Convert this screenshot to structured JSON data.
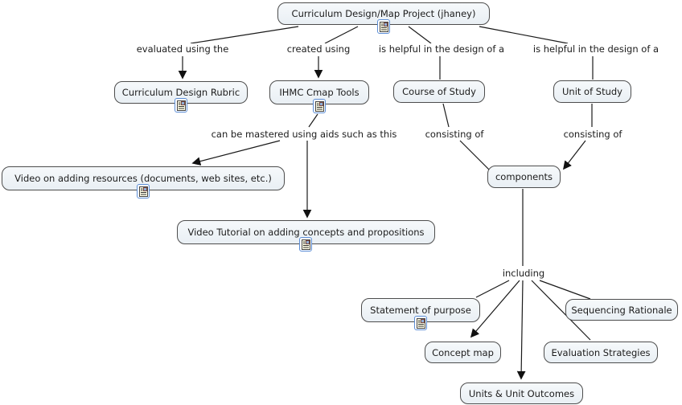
{
  "map_title": "Curriculum Design/Map Project (jhaney)",
  "colors": {
    "background": "#ffffff",
    "node_fill_top": "#f6f9fb",
    "node_fill_bottom": "#e9eff4",
    "node_border": "#4d4d4d",
    "line": "#1a1a1a",
    "text": "#1c1c1c",
    "resource_icon_border": "#5b8dd6"
  },
  "icon_legend": {
    "resource_icon": "document-resource-icon"
  },
  "nodes": {
    "project": {
      "label": "Curriculum Design/Map Project (jhaney)",
      "has_resource_icon": true
    },
    "rubric": {
      "label": "Curriculum Design Rubric",
      "has_resource_icon": true
    },
    "ihmc": {
      "label": "IHMC Cmap Tools",
      "has_resource_icon": true
    },
    "course": {
      "label": "Course of Study",
      "has_resource_icon": false
    },
    "unit": {
      "label": "Unit of Study",
      "has_resource_icon": false
    },
    "video_resources": {
      "label": "Video on adding resources (documents, web sites, etc.)",
      "has_resource_icon": true
    },
    "components": {
      "label": "components",
      "has_resource_icon": false
    },
    "video_tutorial": {
      "label": "Video Tutorial on adding concepts and propositions",
      "has_resource_icon": true
    },
    "statement": {
      "label": "Statement of purpose",
      "has_resource_icon": true
    },
    "sequencing": {
      "label": "Sequencing Rationale",
      "has_resource_icon": false
    },
    "concept_map": {
      "label": "Concept map",
      "has_resource_icon": false
    },
    "evaluation": {
      "label": "Evaluation Strategies",
      "has_resource_icon": false
    },
    "units_outcomes": {
      "label": "Units & Unit Outcomes",
      "has_resource_icon": false
    }
  },
  "phrases": {
    "evaluated": {
      "label": "evaluated using the"
    },
    "created": {
      "label": "created using"
    },
    "helpful1": {
      "label": "is helpful in the design of a"
    },
    "helpful2": {
      "label": "is helpful in the design of a"
    },
    "mastered": {
      "label": "can be mastered using aids such as this"
    },
    "consisting1": {
      "label": "consisting of"
    },
    "consisting2": {
      "label": "consisting of"
    },
    "including": {
      "label": "including"
    }
  },
  "propositions": [
    {
      "from": "Curriculum Design/Map Project (jhaney)",
      "phrase": "evaluated using the",
      "to": "Curriculum Design Rubric",
      "arrowhead": true
    },
    {
      "from": "Curriculum Design/Map Project (jhaney)",
      "phrase": "created using",
      "to": "IHMC Cmap Tools",
      "arrowhead": true
    },
    {
      "from": "Curriculum Design/Map Project (jhaney)",
      "phrase": "is helpful in the design of a",
      "to": "Course of Study",
      "arrowhead": false
    },
    {
      "from": "Curriculum Design/Map Project (jhaney)",
      "phrase": "is helpful in the design of a",
      "to": "Unit of Study",
      "arrowhead": false
    },
    {
      "from": "IHMC Cmap Tools",
      "phrase": "can be mastered using aids such as this",
      "to": "Video on adding resources (documents, web sites, etc.)",
      "arrowhead": true
    },
    {
      "from": "IHMC Cmap Tools",
      "phrase": "can be mastered using aids such as this",
      "to": "Video Tutorial on adding concepts and propositions",
      "arrowhead": true
    },
    {
      "from": "Course of Study",
      "phrase": "consisting of",
      "to": "components",
      "arrowhead": false
    },
    {
      "from": "Unit of Study",
      "phrase": "consisting of",
      "to": "components",
      "arrowhead": true
    },
    {
      "from": "components",
      "phrase": "including",
      "to": "Statement of purpose",
      "arrowhead": false
    },
    {
      "from": "components",
      "phrase": "including",
      "to": "Concept map",
      "arrowhead": true
    },
    {
      "from": "components",
      "phrase": "including",
      "to": "Units & Unit Outcomes",
      "arrowhead": true
    },
    {
      "from": "components",
      "phrase": "including",
      "to": "Evaluation Strategies",
      "arrowhead": false
    },
    {
      "from": "components",
      "phrase": "including",
      "to": "Sequencing Rationale",
      "arrowhead": false
    }
  ]
}
